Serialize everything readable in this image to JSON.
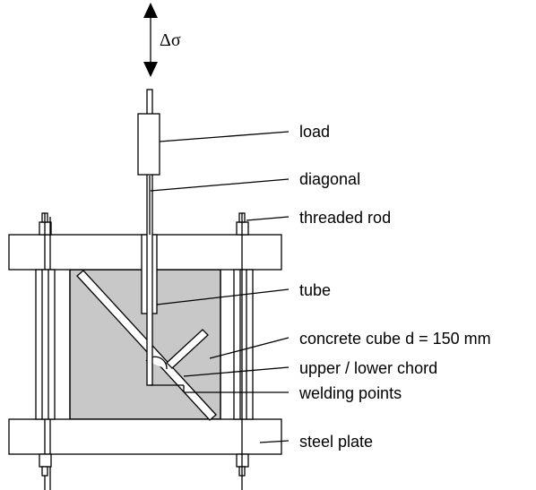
{
  "symbol": "Δσ",
  "labels": {
    "load": "load",
    "diagonal": "diagonal",
    "threaded_rod": "threaded rod",
    "tube": "tube",
    "concrete_cube": "concrete cube d = 150 mm",
    "chord": "upper / lower chord",
    "welding": "welding points",
    "steel_plate": "steel plate"
  },
  "colors": {
    "concrete": "#c8c8c8",
    "line": "#000000",
    "steel": "#ffffff"
  }
}
